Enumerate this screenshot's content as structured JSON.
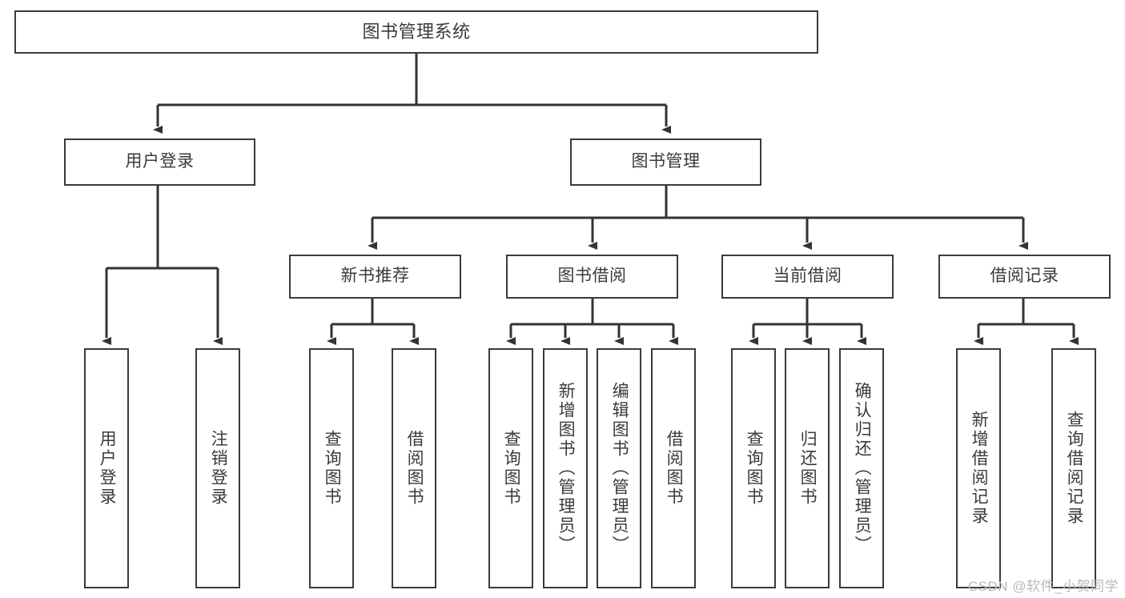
{
  "diagram": {
    "type": "tree-hierarchy-chart",
    "title": "图书管理系统",
    "colors": {
      "box_border": "#3b3b3b",
      "box_fill": "#ffffff",
      "connector": "#333333",
      "text": "#3a3a3a",
      "watermark": "#b8b8b8",
      "background": "#ffffff"
    },
    "nodes": {
      "root": {
        "label": "图书管理系统"
      },
      "level2": [
        {
          "id": "user-login",
          "label": "用户登录"
        },
        {
          "id": "book-manage",
          "label": "图书管理"
        }
      ],
      "level3": [
        {
          "id": "new-book-recommend",
          "label": "新书推荐"
        },
        {
          "id": "book-borrow",
          "label": "图书借阅"
        },
        {
          "id": "current-borrow",
          "label": "当前借阅"
        },
        {
          "id": "borrow-record",
          "label": "借阅记录"
        }
      ],
      "leaves": [
        {
          "id": "leaf-user-login",
          "label": "用户登录"
        },
        {
          "id": "leaf-user-logout",
          "label": "注销登录"
        },
        {
          "id": "leaf-query-book-1",
          "label": "查询图书"
        },
        {
          "id": "leaf-borrow-book-1",
          "label": "借阅图书"
        },
        {
          "id": "leaf-query-book-2",
          "label": "查询图书"
        },
        {
          "id": "leaf-add-book",
          "label": "新增图书（管理员）"
        },
        {
          "id": "leaf-edit-book",
          "label": "编辑图书（管理员）"
        },
        {
          "id": "leaf-borrow-book-2",
          "label": "借阅图书"
        },
        {
          "id": "leaf-query-book-3",
          "label": "查询图书"
        },
        {
          "id": "leaf-return-book",
          "label": "归还图书"
        },
        {
          "id": "leaf-confirm-return",
          "label": "确认归还（管理员）"
        },
        {
          "id": "leaf-add-borrow-record",
          "label": "新增借阅记录"
        },
        {
          "id": "leaf-query-borrow-record",
          "label": "查询借阅记录"
        }
      ]
    },
    "watermark": "CSDN @软件_小贺同学"
  }
}
